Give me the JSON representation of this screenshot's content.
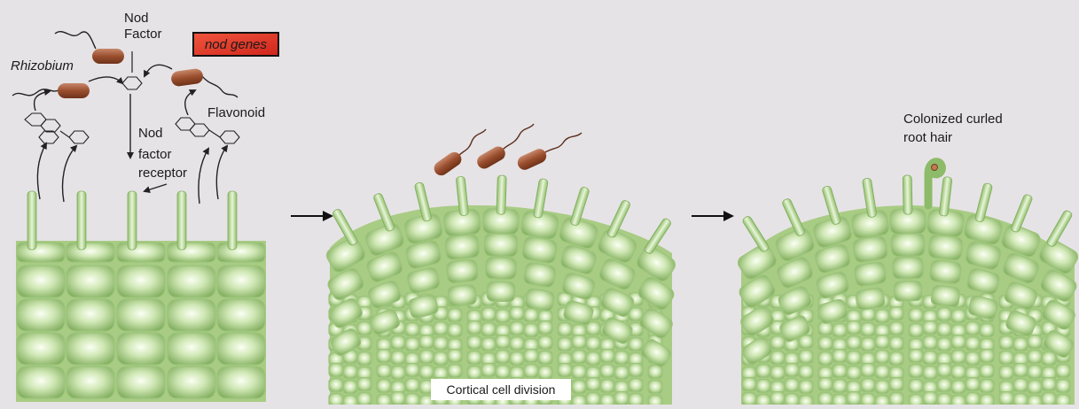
{
  "labels": {
    "nod_factor_line1": "Nod",
    "nod_factor_line2": "Factor",
    "nod_genes": "nod genes",
    "rhizobium": "Rhizobium",
    "flavonoid": "Flavonoid",
    "receptor_line1": "Nod",
    "receptor_line2": "factor",
    "receptor_line3": "receptor",
    "colonized_line1": "Colonized curled",
    "colonized_line2": "root hair",
    "cortical": "Cortical cell division"
  },
  "colors": {
    "background": "#e6e3e6",
    "cell_light": "#f4fbea",
    "cell_mid": "#bcdc9c",
    "cell_dark": "#7faa5c",
    "bacterium": "#9a4f2e",
    "nod_genes_box": "#e23a2a"
  },
  "icons": [
    "hexagon-icon",
    "arrow-right-icon",
    "bacterium-icon"
  ]
}
